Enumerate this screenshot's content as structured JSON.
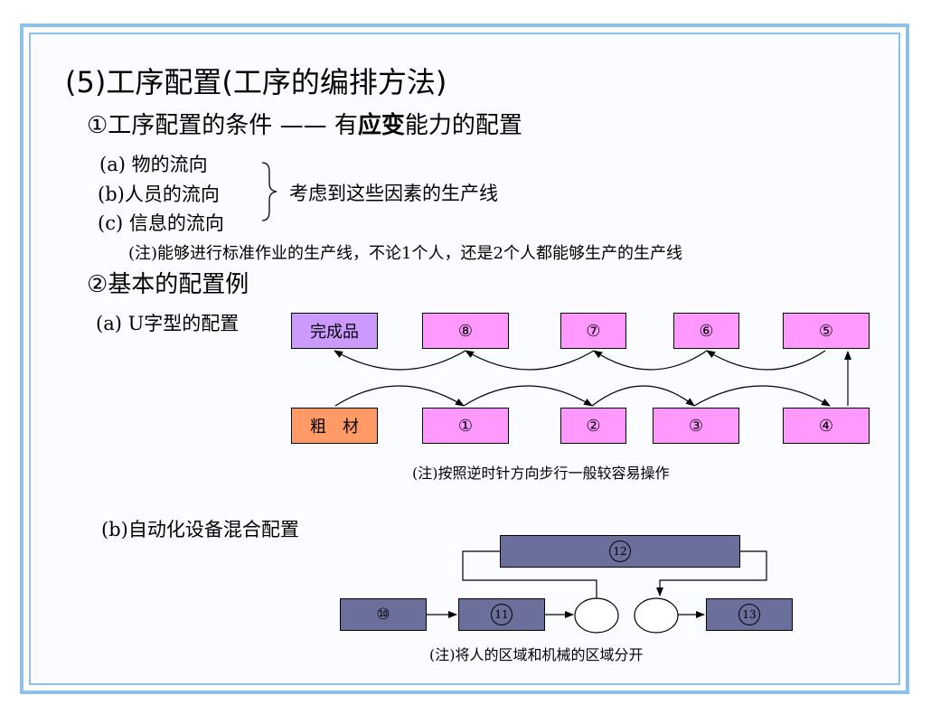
{
  "title": "(5)工序配置(工序的编排方法)",
  "section1": {
    "prefix": "①工序配置的条件 —— 有",
    "bold": "应变",
    "suffix": "能力的配置"
  },
  "factors": [
    "(a) 物的流向",
    "(b)人员的流向",
    "(c) 信息的流向"
  ],
  "factors_result": "考虑到这些因素的生产线",
  "note1": "(注)能够进行标准作业的生产线，不论1个人，还是2个人都能够生产的生产线",
  "section2": "②基本的配置例",
  "u_layout": {
    "label": "(a) U字型的配置",
    "top_row": [
      "完成品",
      "⑧",
      "⑦",
      "⑥",
      "⑤"
    ],
    "bottom_row": [
      "粗　材",
      "①",
      "②",
      "③",
      "④"
    ],
    "note": "(注)按照逆时针方向步行一般较容易操作"
  },
  "auto_layout": {
    "label": "(b)自动化设备混合配置",
    "top": "12",
    "row": [
      "⑩",
      "11",
      "13"
    ],
    "note": "(注)将人的区域和机械的区域分开"
  },
  "colors": {
    "frame": "#8dc1e8",
    "pink": "#ff99ff",
    "violet": "#cc99ff",
    "orange": "#ff9966",
    "slate": "#6a6f9c"
  }
}
